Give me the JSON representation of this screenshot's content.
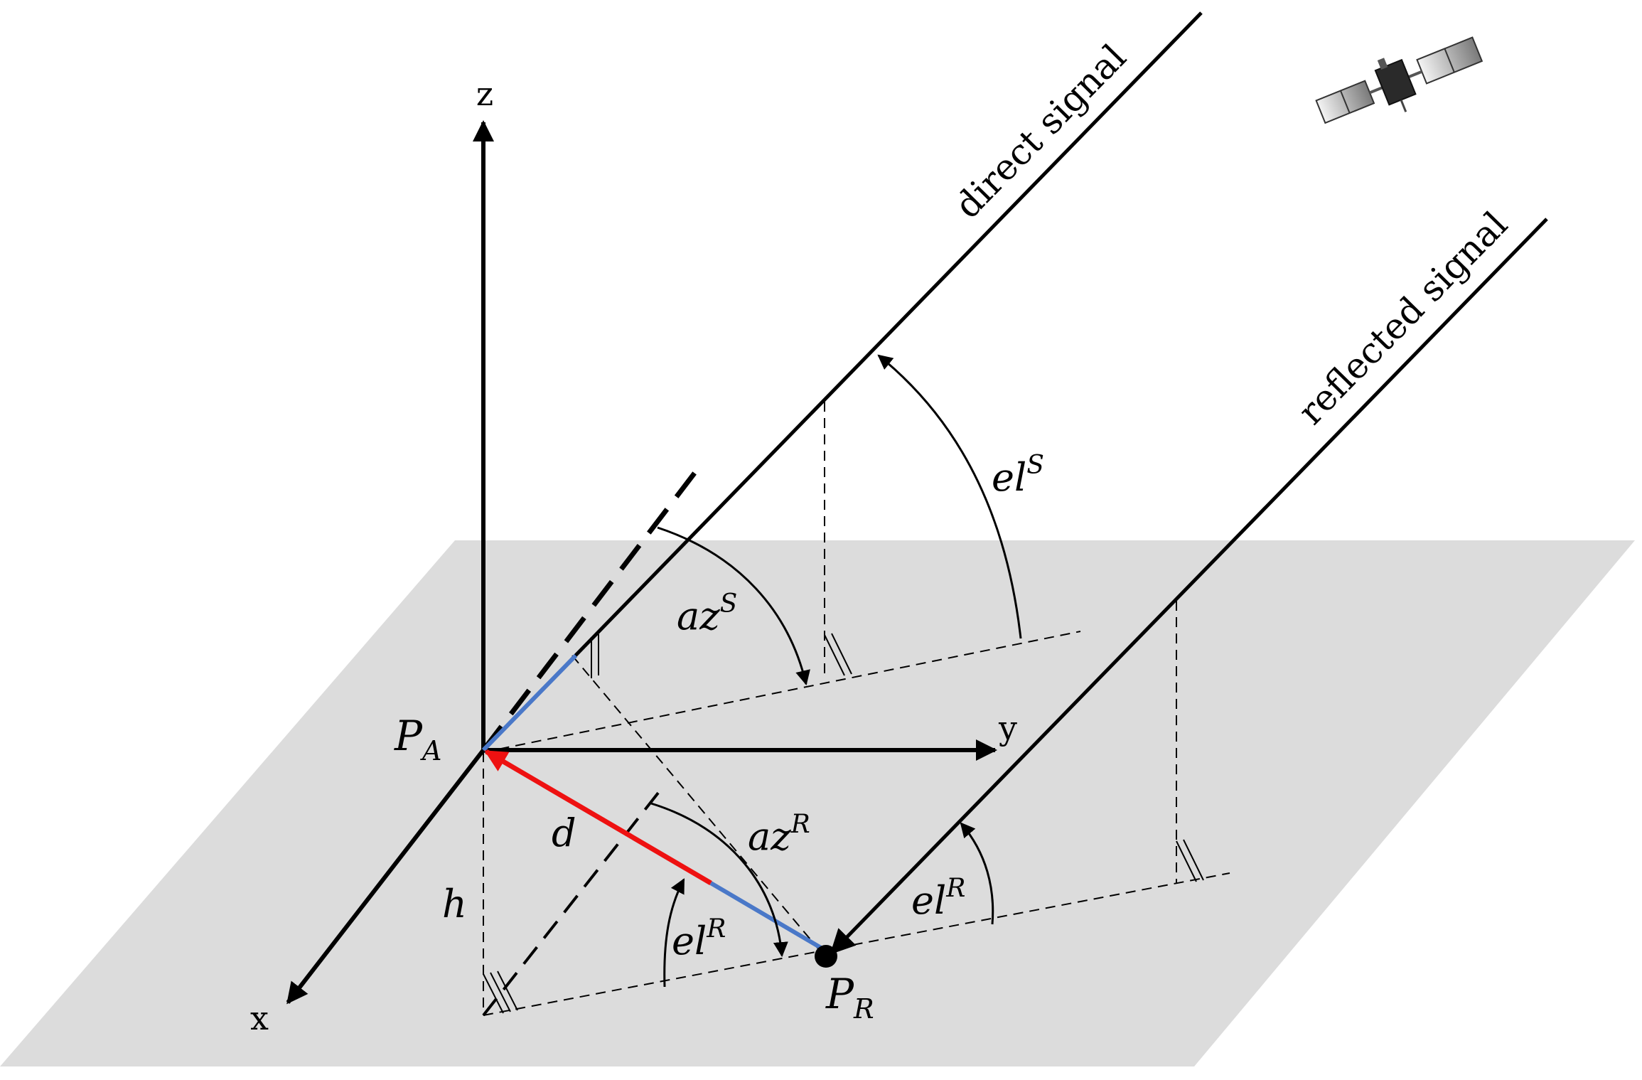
{
  "axes": {
    "x": "x",
    "y": "y",
    "z": "z"
  },
  "signals": {
    "direct": "direct signal",
    "reflected": "reflected signal"
  },
  "points": {
    "antenna": {
      "base": "P",
      "sub": "A"
    },
    "reflection": {
      "base": "P",
      "sub": "R"
    }
  },
  "angles": {
    "el_s": {
      "base": "el",
      "sup": "S"
    },
    "az_s": {
      "base": "az",
      "sup": "S"
    },
    "el_r": {
      "base": "el",
      "sup": "R"
    },
    "az_r": {
      "base": "az",
      "sup": "R"
    },
    "el_r2": {
      "base": "el",
      "sup": "R"
    }
  },
  "distances": {
    "d": "d",
    "h": "h"
  },
  "colors": {
    "ground": "#dcdcdc",
    "ink": "#000000",
    "distance_line": "#ee1111",
    "projection_line": "#4a78c8"
  },
  "icons": {
    "satellite": "satellite-icon"
  }
}
